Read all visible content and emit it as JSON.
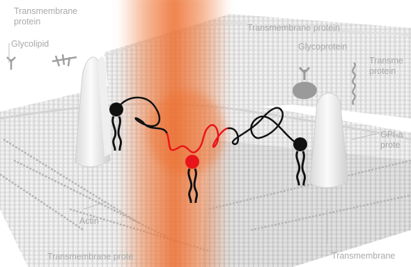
{
  "labels": {
    "transmembrane_protein_top_left": "Transmembrane\nprotein",
    "glycolipid": "Glycolipid",
    "transmembrane_protein_top_center": "Transmembrane protein",
    "glycoprotein": "Glycoprotein",
    "transmembrane_protein_top_right": "Transme\nprotein",
    "gpi_anchored_protein": "GPI-a\nprote",
    "actin": "Actin",
    "transmembrane_protein_bottom_center": "Transmembrane prote",
    "transmembrane_protein_bottom_right": "Transmembrane"
  },
  "colors": {
    "laser_beam": "#f07a3c",
    "highlighted_lipid": "#e8141a",
    "lipid": "#111111",
    "membrane_base": "#d6d6d6",
    "label_text": "#a9a9a9"
  }
}
